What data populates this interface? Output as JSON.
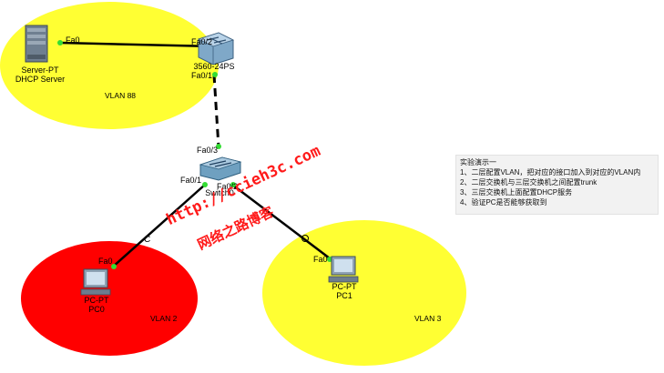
{
  "devices": {
    "server": {
      "line1": "Server-PT",
      "line2": "DHCP Server"
    },
    "multilayer_switch": {
      "name": "3560-24PS"
    },
    "switch": {
      "name": "Switch0"
    },
    "pc0": {
      "line1": "PC-PT",
      "line2": "PC0"
    },
    "pc1": {
      "line1": "PC-PT",
      "line2": "PC1"
    }
  },
  "ports": {
    "server_fa0": "Fa0",
    "ml_fa0_2": "Fa0/2",
    "ml_fa0_1": "Fa0/1",
    "sw_fa0_3": "Fa0/3",
    "sw_fa0_1": "Fa0/1",
    "sw_fa0_2": "Fa0/2",
    "pc0_fa0": "Fa0",
    "pc1_fa0": "Fa0"
  },
  "vlans": {
    "vlan88": {
      "label": "VLAN 88",
      "color": "#ffff33"
    },
    "vlan2": {
      "label": "VLAN 2",
      "color": "#ff0000"
    },
    "vlan3": {
      "label": "VLAN 3",
      "color": "#ffff33"
    }
  },
  "notes": {
    "title": "实验演示一",
    "items": [
      "1、二层配置VLAN，把对应的接口加入到对应的VLAN内",
      "2、二层交换机与三层交换机之间配置trunk",
      "3、三层交换机上面配置DHCP服务",
      "4、验证PC是否能够获取到"
    ]
  },
  "watermark": {
    "url": "http://ccieh3c.com",
    "cn": "网络之路博客",
    "color": "#ff1a1a"
  },
  "colors": {
    "link": "#000000",
    "port_up": "#33dd33"
  }
}
